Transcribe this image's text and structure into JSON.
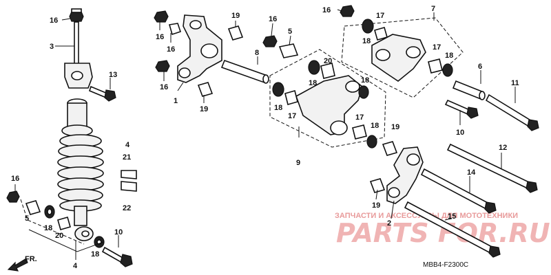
{
  "diagram": {
    "code": "MBB4-F2300C",
    "front_label": "FR.",
    "watermark_top": "ЗАПЧАСТИ И АКСЕССУАРЫ ДЛЯ МОТОТЕХНИКИ",
    "watermark_logo": "PARTS FOR.RU",
    "labels": [
      {
        "id": "l16a",
        "text": "16"
      },
      {
        "id": "l3",
        "text": "3"
      },
      {
        "id": "l13",
        "text": "13"
      },
      {
        "id": "l4a",
        "text": "4"
      },
      {
        "id": "l21",
        "text": "21"
      },
      {
        "id": "l22",
        "text": "22"
      },
      {
        "id": "l16b",
        "text": "16"
      },
      {
        "id": "l5a",
        "text": "5"
      },
      {
        "id": "l18a",
        "text": "18"
      },
      {
        "id": "l20a",
        "text": "20"
      },
      {
        "id": "l4b",
        "text": "4"
      },
      {
        "id": "l18b",
        "text": "18"
      },
      {
        "id": "l10a",
        "text": "10"
      },
      {
        "id": "l16c",
        "text": "16"
      },
      {
        "id": "l16d",
        "text": "16"
      },
      {
        "id": "l16e",
        "text": "16"
      },
      {
        "id": "l1",
        "text": "1"
      },
      {
        "id": "l19a",
        "text": "19"
      },
      {
        "id": "l19b",
        "text": "19"
      },
      {
        "id": "l8",
        "text": "8"
      },
      {
        "id": "l16f",
        "text": "16"
      },
      {
        "id": "l5b",
        "text": "5"
      },
      {
        "id": "l16g",
        "text": "16"
      },
      {
        "id": "l7",
        "text": "7"
      },
      {
        "id": "l17a",
        "text": "17"
      },
      {
        "id": "l18c",
        "text": "18"
      },
      {
        "id": "l17b",
        "text": "17"
      },
      {
        "id": "l18d",
        "text": "18"
      },
      {
        "id": "l20b",
        "text": "20"
      },
      {
        "id": "l18e",
        "text": "18"
      },
      {
        "id": "l18f",
        "text": "18"
      },
      {
        "id": "l18g",
        "text": "18"
      },
      {
        "id": "l17c",
        "text": "17"
      },
      {
        "id": "l17d",
        "text": "17"
      },
      {
        "id": "l18h",
        "text": "18"
      },
      {
        "id": "l19c",
        "text": "19"
      },
      {
        "id": "l9",
        "text": "9"
      },
      {
        "id": "l6",
        "text": "6"
      },
      {
        "id": "l11",
        "text": "11"
      },
      {
        "id": "l10b",
        "text": "10"
      },
      {
        "id": "l12",
        "text": "12"
      },
      {
        "id": "l14",
        "text": "14"
      },
      {
        "id": "l19d",
        "text": "19"
      },
      {
        "id": "l2",
        "text": "2"
      },
      {
        "id": "l15",
        "text": "15"
      }
    ]
  }
}
